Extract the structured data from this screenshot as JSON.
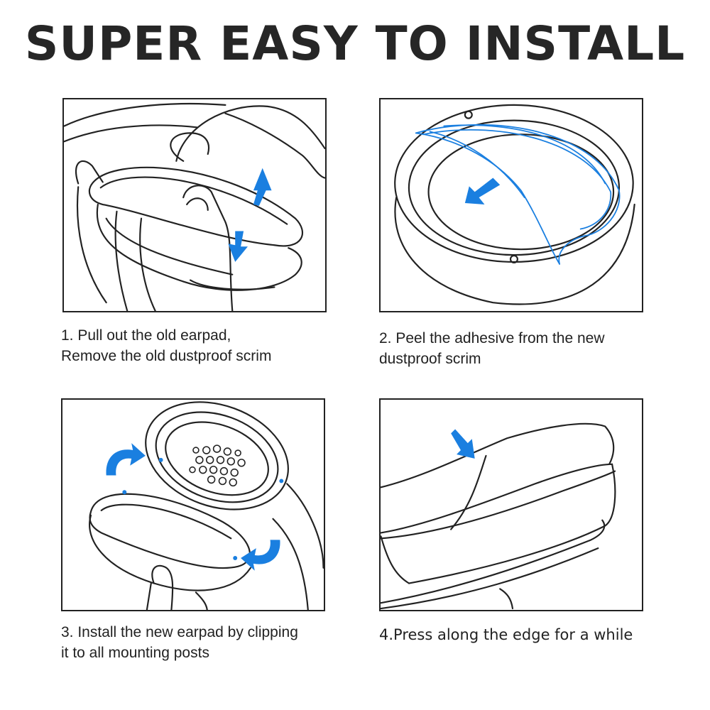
{
  "header": {
    "title": "SUPER EASY TO INSTALL"
  },
  "steps": [
    {
      "line1": "1. Pull out the old earpad,",
      "line2": "Remove the old dustproof scrim"
    },
    {
      "line1": "2. Peel the adhesive from the new",
      "line2": "dustproof scrim"
    },
    {
      "line1": "3. Install the new earpad by clipping",
      "line2": "it to all mounting posts"
    },
    {
      "line1": "4.Press along the edge for a while",
      "line2": ""
    }
  ],
  "colors": {
    "arrow": "#1a7fe0",
    "ink": "#222222"
  },
  "icons": [
    "hand-illustration",
    "earpad-illustration",
    "arrow-icon",
    "rotate-arrow-icon"
  ]
}
